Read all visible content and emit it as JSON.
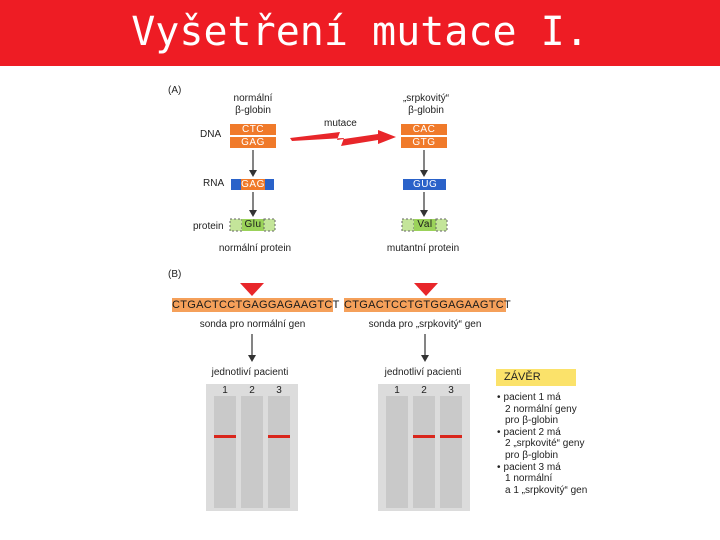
{
  "title": "Vyšetření mutace I.",
  "panel_a": {
    "label": "(A)",
    "normal_header": [
      "normální",
      "β-globin"
    ],
    "sickle_header": [
      "„srpkovitý“",
      "β-globin"
    ],
    "mutation_label": "mutace",
    "row_dna": "DNA",
    "row_rna": "RNA",
    "row_protein": "protein",
    "normal_dna_top": "CTC",
    "normal_dna_bottom": "GAG",
    "sickle_dna_top": "CAC",
    "sickle_dna_bottom": "GTG",
    "normal_rna": "GAG",
    "sickle_rna": "GUG",
    "normal_aa": "Glu",
    "sickle_aa": "Val",
    "normal_caption": "normální protein",
    "sickle_caption": "mutantní protein"
  },
  "panel_b": {
    "label": "(B)",
    "probe_normal": "CTGACTCCTGAGGAGAAGTCT",
    "probe_sickle": "CTGACTCCTGTGGAGAAGTCT",
    "probe_normal_caption": "sonda pro normální gen",
    "probe_sickle_caption": "sonda pro „srpkovitý“ gen",
    "patients_label": "jednotliví pacienti",
    "lanes": [
      "1",
      "2",
      "3"
    ],
    "bands_normal_probe": [
      true,
      false,
      true
    ],
    "bands_sickle_probe": [
      false,
      true,
      true
    ]
  },
  "conclusion": {
    "heading": "ZÁVĚR",
    "p1": [
      "pacient 1 má",
      "2 normální geny",
      "pro β-globin"
    ],
    "p2": [
      "pacient 2 má",
      "2 „srpkovité“ geny",
      "pro β-globin"
    ],
    "p3": [
      "pacient 3 má",
      "1 normální",
      "a 1 „srpkovitý“ gen"
    ]
  },
  "colors": {
    "title_bar": "#ee1c24",
    "dna_box": "#f07a2a",
    "rna_box": "#2a62c9",
    "protein_box": "#9bd25a",
    "mutation_arrow": "#e8262a",
    "probe_strip": "#f5a05a",
    "gel_band": "#d9261c",
    "conclusion_box": "#fbe26a"
  }
}
